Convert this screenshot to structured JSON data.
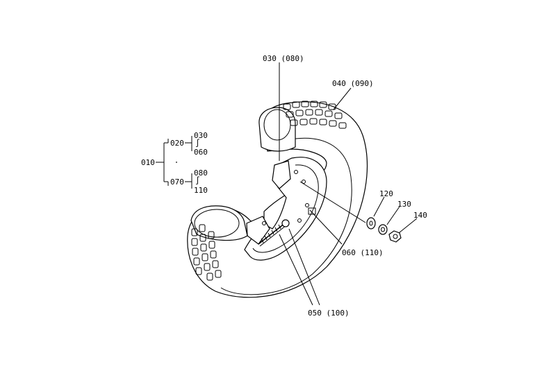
{
  "callouts": {
    "tube": "030 (080)",
    "tire": "040 (090)",
    "rim": "060 (110)",
    "bolt": "050 (100)",
    "washer": "120",
    "lock_washer": "130",
    "nut": "140"
  },
  "tree": {
    "root": "010",
    "group_a": {
      "label": "020",
      "top": "030",
      "bottom": "060"
    },
    "group_b": {
      "label": "070",
      "top": "080",
      "bottom": "110"
    }
  }
}
